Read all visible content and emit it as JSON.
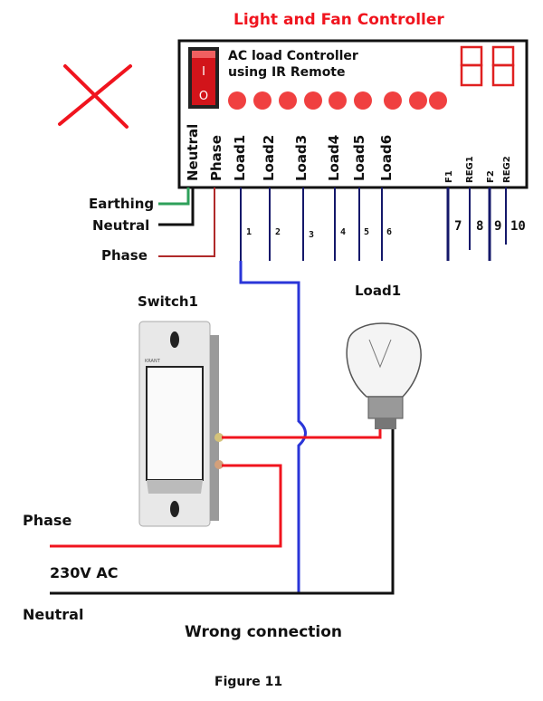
{
  "title": "Light and Fan Controller",
  "controller": {
    "line1": "AC load Controller",
    "line2": "using IR Remote",
    "display": "88",
    "switch_on": "I",
    "switch_off": "O",
    "led_count": 9,
    "terminals": [
      "Neutral",
      "Phase",
      "Load1",
      "Load2",
      "Load3",
      "Load4",
      "Load5",
      "Load6"
    ],
    "aux_terminals": [
      "F1",
      "REG1",
      "F2",
      "REG2"
    ],
    "wire_numbers": [
      "1",
      "2",
      "3",
      "4",
      "5",
      "6",
      "7",
      "8",
      "9",
      "10"
    ]
  },
  "supply_labels": {
    "earthing": "Earthing",
    "neutral": "Neutral",
    "phase": "Phase"
  },
  "switch_label": "Switch1",
  "switch_brand": "KRANT",
  "load_label": "Load1",
  "mains": {
    "phase": "Phase",
    "voltage": "230V AC",
    "neutral": "Neutral"
  },
  "status": "Wrong connection",
  "caption": "Figure 11",
  "colors": {
    "red": "#f0141e",
    "blue": "#2a35d8",
    "navy": "#14186a",
    "green": "#2ea05a",
    "black": "#111111"
  }
}
